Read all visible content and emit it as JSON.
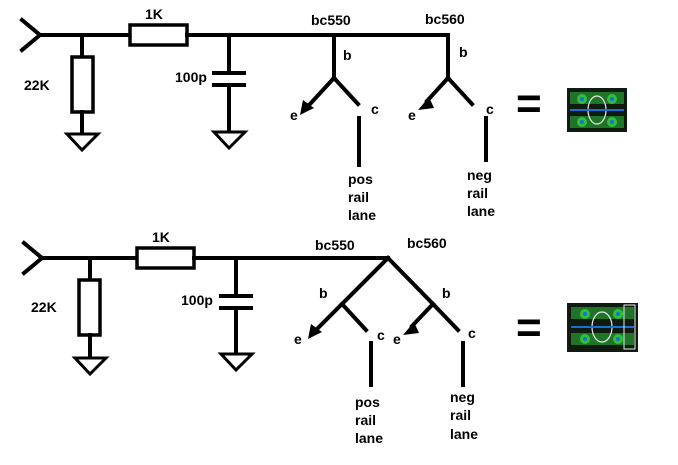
{
  "colors": {
    "wire": "#000000",
    "background": "#ffffff",
    "pcb_board": "#0f1a10",
    "pcb_pad": "#2fbf3a",
    "pcb_hole": "#1a6fd6",
    "pcb_silk": "#e8e8e8"
  },
  "circuits": [
    {
      "resistor_1k": "1K",
      "resistor_22k": "22K",
      "capacitor": "100p",
      "transistor_npn": "bc550",
      "transistor_pnp": "bc560",
      "npn_base": "b",
      "npn_emitter": "e",
      "npn_collector": "c",
      "pnp_base": "b",
      "pnp_emitter": "e",
      "pnp_collector": "c",
      "pos_rail": [
        "pos",
        "rail",
        "lane"
      ],
      "neg_rail": [
        "neg",
        "rail",
        "lane"
      ],
      "equals": "="
    },
    {
      "resistor_1k": "1K",
      "resistor_22k": "22K",
      "capacitor": "100p",
      "transistor_npn": "bc550",
      "transistor_pnp": "bc560",
      "npn_base": "b",
      "npn_emitter": "e",
      "npn_collector": "c",
      "pnp_base": "b",
      "pnp_emitter": "e",
      "pnp_collector": "c",
      "pos_rail": [
        "pos",
        "rail",
        "lane"
      ],
      "neg_rail": [
        "neg",
        "rail",
        "lane"
      ],
      "equals": "="
    }
  ]
}
